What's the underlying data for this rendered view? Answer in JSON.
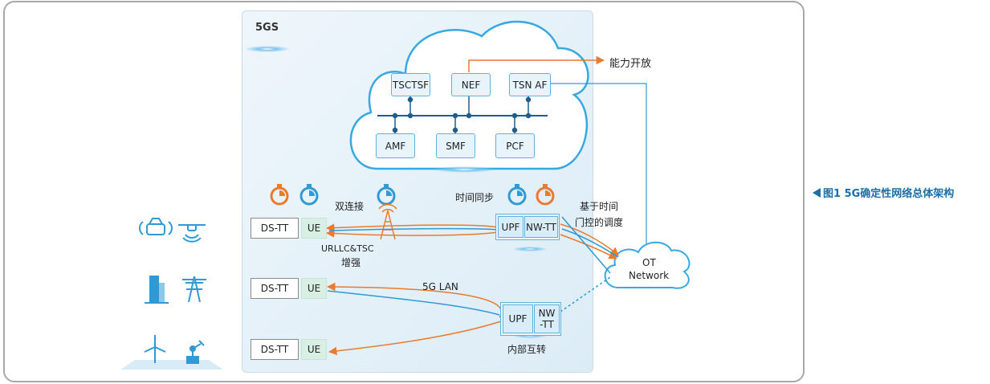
{
  "system_label": "5GS",
  "caption": "图1  5G确定性网络总体架构",
  "colors": {
    "accent_blue": "#2f9ad3",
    "accent_orange": "#ea7a2e",
    "caption_blue": "#1b6fa5"
  },
  "cloud": {
    "top_row": [
      "TSCTSF",
      "NEF",
      "TSN AF"
    ],
    "bottom_row": [
      "AMF",
      "SMF",
      "PCF"
    ]
  },
  "exposure_label": "能力开放",
  "dual_connectivity_label": "双连接",
  "time_sync_label": "时间同步",
  "gating_label": [
    "基于时间",
    "门控的调度"
  ],
  "urllc_label": [
    "URLLC&TSC",
    "增强"
  ],
  "lan_label": "5G LAN",
  "local_switch_label": "内部互转",
  "ot_network_label": [
    "OT",
    "Network"
  ],
  "rows": [
    {
      "ds": "DS-TT",
      "ue": "UE"
    },
    {
      "ds": "DS-TT",
      "ue": "UE"
    },
    {
      "ds": "DS-TT",
      "ue": "UE"
    }
  ],
  "upf_top": {
    "upf": "UPF",
    "nwtt": "NW-TT"
  },
  "upf_bottom": {
    "upf": "UPF",
    "nwtt": [
      "NW",
      "-TT"
    ]
  },
  "icons": [
    "vehicle-icon",
    "drone-icon",
    "building-icon",
    "power-tower-icon",
    "wind-turbine-icon",
    "robot-arm-icon"
  ]
}
